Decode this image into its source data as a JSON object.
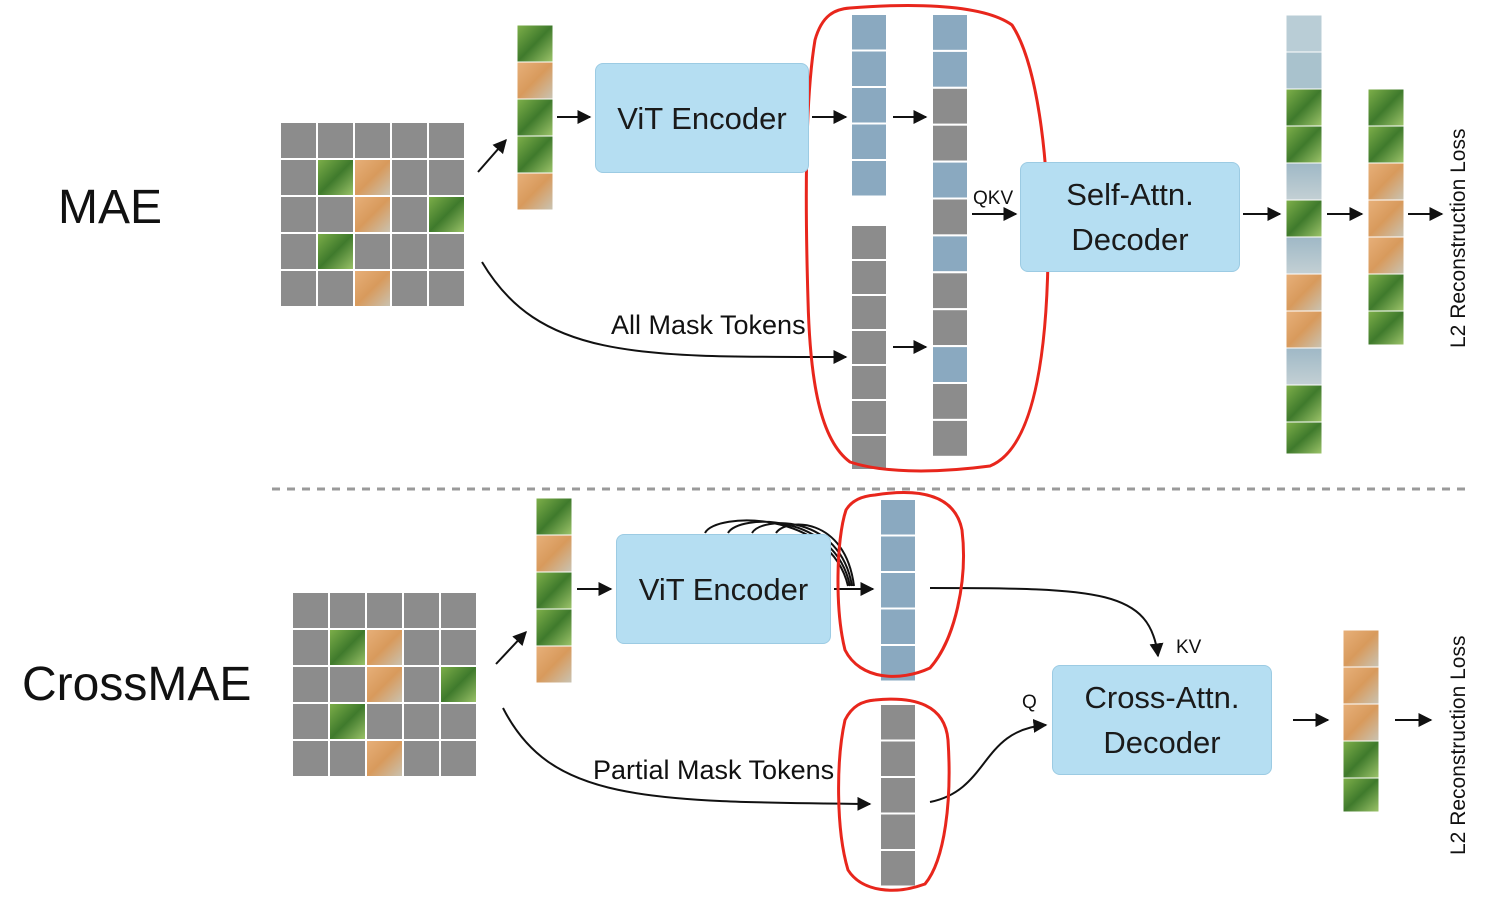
{
  "mae": {
    "title": "MAE",
    "encoder": "ViT Encoder",
    "decoder": "Self-Attn.\nDecoder",
    "qkv": "QKV",
    "mask_tokens": "All Mask Tokens",
    "loss": "L2 Reconstruction Loss"
  },
  "crossmae": {
    "title": "CrossMAE",
    "encoder": "ViT Encoder",
    "decoder": "Cross-Attn.\nDecoder",
    "kv": "KV",
    "q": "Q",
    "mask_tokens": "Partial Mask Tokens",
    "loss": "L2 Reconstruction Loss"
  },
  "colors": {
    "box_fill": "#b5def2",
    "visible_token": "#8aa9c0",
    "mask_token": "#8c8c8c",
    "highlight": "#e8261c",
    "divider": "#9a9a9a"
  }
}
